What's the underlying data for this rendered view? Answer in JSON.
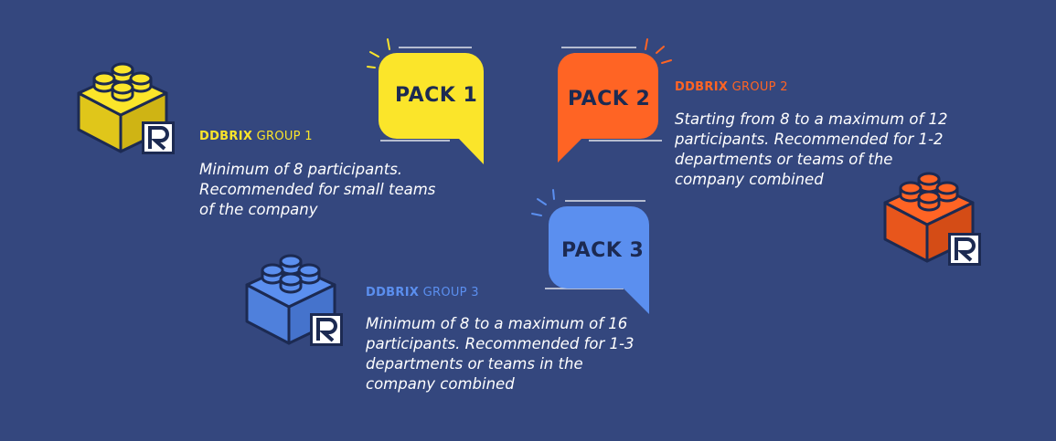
{
  "colors": {
    "background": "#34477e",
    "yellow": "#fbe52a",
    "orange": "#ff6424",
    "blue": "#5b8fef",
    "ink": "#1c2a52"
  },
  "icons": {
    "brick": "toy-brick-icon",
    "logo": "r-logo-icon"
  },
  "packs": [
    {
      "label": "PACK 1",
      "brand": "DDBRIX",
      "group": "GROUP 1",
      "description": [
        "Minimum of 8 participants.",
        "Recommended for small teams",
        "of the company"
      ]
    },
    {
      "label": "PACK 2",
      "brand": "DDBRIX",
      "group": "GROUP 2",
      "description": [
        "Starting from 8 to a maximum of 12",
        "participants. Recommended for 1-2",
        "departments or teams of the",
        "company combined"
      ]
    },
    {
      "label": "PACK 3",
      "brand": "DDBRIX",
      "group": "GROUP 3",
      "description": [
        "Minimum of 8 to a maximum of 16",
        "participants. Recommended for 1-3",
        "departments or teams in the",
        "company combined"
      ]
    }
  ]
}
